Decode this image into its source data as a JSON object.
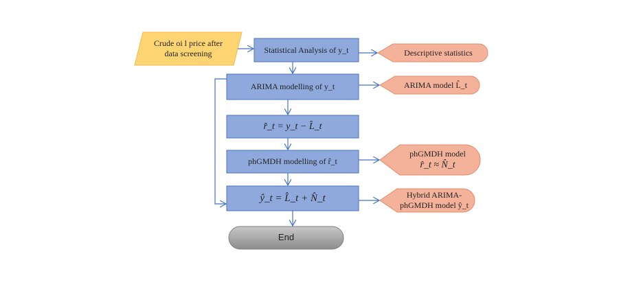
{
  "input": {
    "line1": "Crude oi l price after",
    "line2": "data screening"
  },
  "steps": {
    "stat": "Statistical Analysis of y_t",
    "arima": "ARIMA modelling of y_t",
    "residual": "r̂_t = y_t − L̂_t",
    "phgmdh": "phGMDH modelling of r̂_t",
    "hybrid": "ŷ_t = L̂_t + N̂_t",
    "end": "End"
  },
  "outputs": {
    "descriptive": "Descriptive statistics",
    "arima_model": "ARIMA model L̂_t",
    "phgmdh_line1": "phGMDH model",
    "phgmdh_line2": "r̂_t ≈ N̂_t",
    "hybrid_line1": "Hybrid ARIMA-",
    "hybrid_line2": "phGMDH model ŷ_t"
  },
  "colors": {
    "process": "#8fa9dc",
    "process_border": "#4472c4",
    "input": "#ffd574",
    "output": "#f4b29a",
    "end": "#a6a6a6",
    "arrow": "#4472c4"
  }
}
